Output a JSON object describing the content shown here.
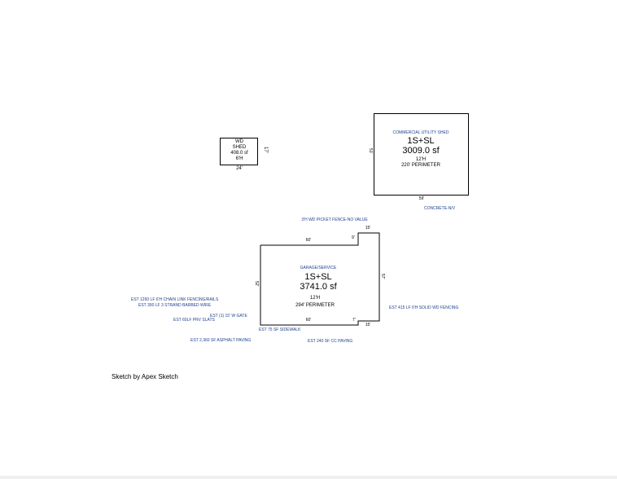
{
  "shed": {
    "type": "WD",
    "name": "SHED",
    "area": "408.0 sf",
    "height": "6'H",
    "width_dim": "24'",
    "depth_dim": "17'"
  },
  "commercial": {
    "title": "COMMERCIAL UTILITY SHED",
    "code": "1S+SL",
    "area": "3009.0 sf",
    "height": "12'H",
    "perimeter": "220' PERIMETER",
    "side_dim": "51'",
    "bottom_dim": "59'",
    "note": "CONCRETE-N/V"
  },
  "garage": {
    "title": "GARAGE/SERVICE",
    "code": "1S+SL",
    "area": "3741.0 sf",
    "height": "12'H",
    "perimeter": "294' PERIMETER",
    "top_dim": "60'",
    "notch_top": "15'",
    "notch_side": "9'",
    "right_dim": "57'",
    "left_dim": "52'",
    "bottom_dim": "60'",
    "bottom_step": "7'",
    "bottom_right": "15'"
  },
  "notes": {
    "picket_fence": "3'H WD PICKET FENCE-NO VALUE",
    "chain_link": "EST 1260 LF 6'H CHAIN LINK FENCING/RAILS",
    "barbed_wire": "EST 390 LF 3 STRAND BARBED WIRE",
    "gate": "EST (1) 15' W GATE",
    "slats": "EST 60LF PRV SLATS",
    "solid_fence": "EST 415 LF 6'H SOLID WD FENCING",
    "sidewalk": "EST 75 SF SIDEWALK",
    "asphalt": "EST 2,360 SF ASPHALT PAVING",
    "cc_paving": "EST 240 SF CC PAVING"
  },
  "footer": {
    "credit": "Sketch by Apex Sketch"
  }
}
